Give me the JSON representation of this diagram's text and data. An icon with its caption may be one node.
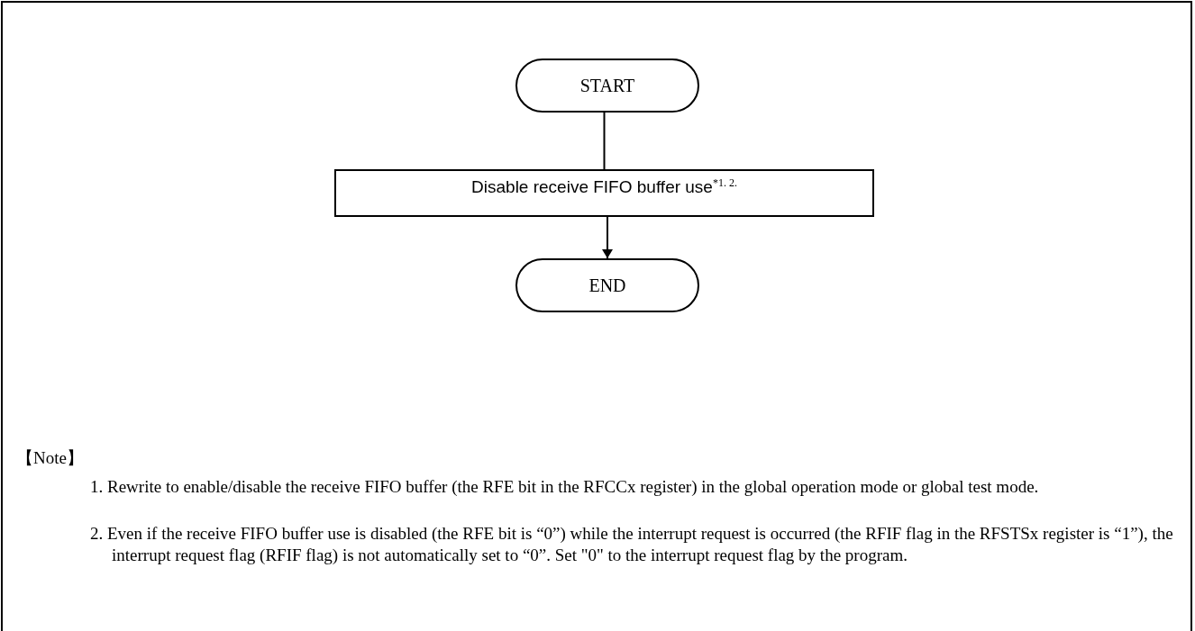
{
  "diagram": {
    "nodes": [
      {
        "text": [
          "START"
        ]
      },
      {
        "text": [
          "Disable receive FIFO buffer use$^{*1. 2.}$"
        ]
      },
      {
        "text": [
          "END"
        ]
      }
    ],
    "edges": [
      {
        "from": 0,
        "to": 1,
        "arrow": "none"
      },
      {
        "from": 1,
        "to": 2,
        "arrow": "to"
      }
    ],
    "labels": [
      "【Note】",
      "1. Rewrite to enable/disable the receive FIFO buffer (the RFE bit in the RFCCx register) in the global operation mode or global test mode.",
      "2. Even if the receive FIFO buffer use is disabled (the RFE bit is “0”) while the interrupt request is occurred (the RFIF flag in the RFSTSx register is “1”), the interrupt request flag (RFIF flag) is not automatically set to “0”. Set \"0\" to the interrupt request flag by the program."
    ]
  }
}
